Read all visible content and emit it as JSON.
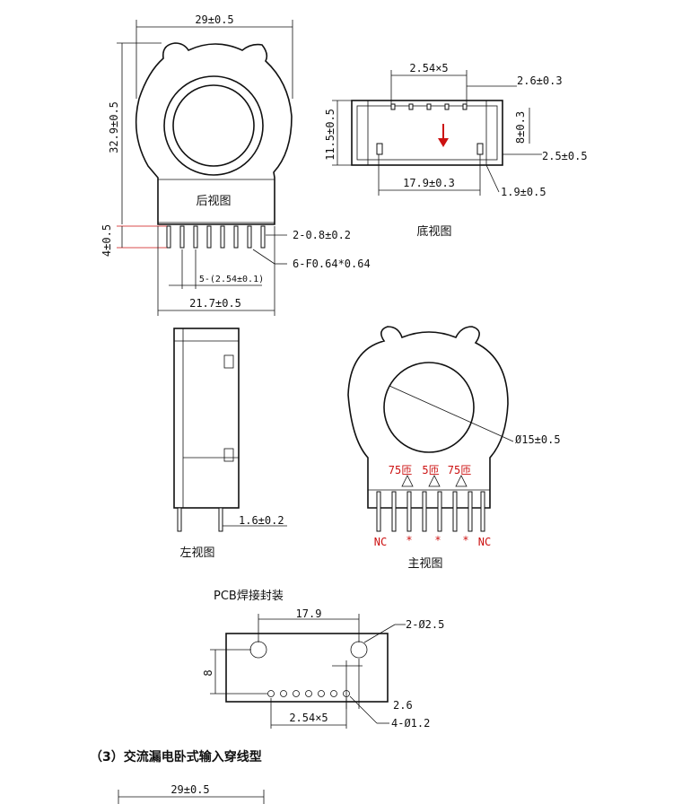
{
  "rear_view": {
    "title": "后视图",
    "width_dim": "29±0.5",
    "height_dim": "32.9±0.5",
    "pin_len_dim": "4±0.5",
    "pin_dia_dim": "2-0.8±0.2",
    "pin_sq_dim": "6-F0.64*0.64",
    "pitch_dim": "5-(2.54±0.1)",
    "base_width_dim": "21.7±0.5"
  },
  "bottom_view": {
    "title": "底视图",
    "pitch_dim": "2.54×5",
    "offset_dim": "2.6±0.3",
    "height_dim": "11.5±0.5",
    "row_gap_dim": "8±0.3",
    "edge_dim": "2.5±0.5",
    "span_dim": "17.9±0.3",
    "side_dim": "1.9±0.5"
  },
  "left_view": {
    "title": "左视图",
    "pin_dim": "1.6±0.2"
  },
  "main_view": {
    "title": "主视图",
    "hole_dim": "Ø15±0.5",
    "turns": [
      "75匝",
      "5匝",
      "75匝"
    ],
    "pin_labels": [
      "NC",
      "*",
      "*",
      "*",
      "NC"
    ]
  },
  "pcb": {
    "title": "PCB焊接封装",
    "span_dim": "17.9",
    "holes_dim": "2-Ø2.5",
    "height_dim": "8",
    "pitch_dim": "2.54×5",
    "offset_dim": "2.6",
    "pads_dim": "4-Ø1.2"
  },
  "section": {
    "heading": "（3）交流漏电卧式输入穿线型",
    "width_dim": "29±0.5"
  }
}
